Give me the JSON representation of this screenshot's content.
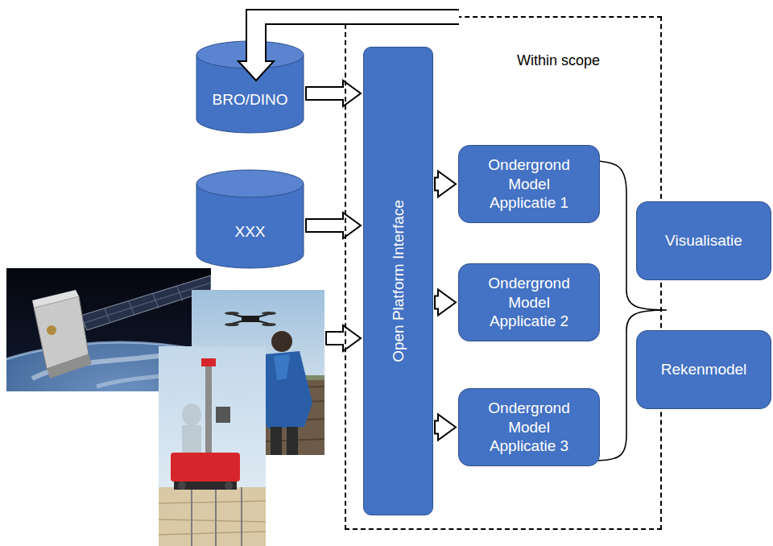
{
  "diagram": {
    "nodes": [
      {
        "text": [
          "BRO/DINO"
        ]
      },
      {
        "text": [
          "XXX"
        ]
      },
      {
        "text": [
          "Within scope"
        ]
      },
      {
        "text": [
          "Open Platform Interface"
        ],
        "in": 2
      },
      {
        "text": [
          "Ondergrond Model Applicatie 1"
        ],
        "in": 2
      },
      {
        "text": [
          "Ondergrond Model Applicatie 2"
        ],
        "in": 2
      },
      {
        "text": [
          "Ondergrond Model Applicatie 3"
        ],
        "in": 2
      },
      {
        "text": [
          "Visualisatie"
        ]
      },
      {
        "text": [
          "Rekenmodel"
        ]
      }
    ],
    "edges": [
      {
        "from": 0,
        "to": 3,
        "arrow": "to"
      },
      {
        "from": 1,
        "to": 3,
        "arrow": "to"
      },
      {
        "from": 3,
        "to": 4,
        "arrow": "to"
      },
      {
        "from": 3,
        "to": 5,
        "arrow": "to"
      },
      {
        "from": 3,
        "to": 6,
        "arrow": "to"
      }
    ]
  }
}
